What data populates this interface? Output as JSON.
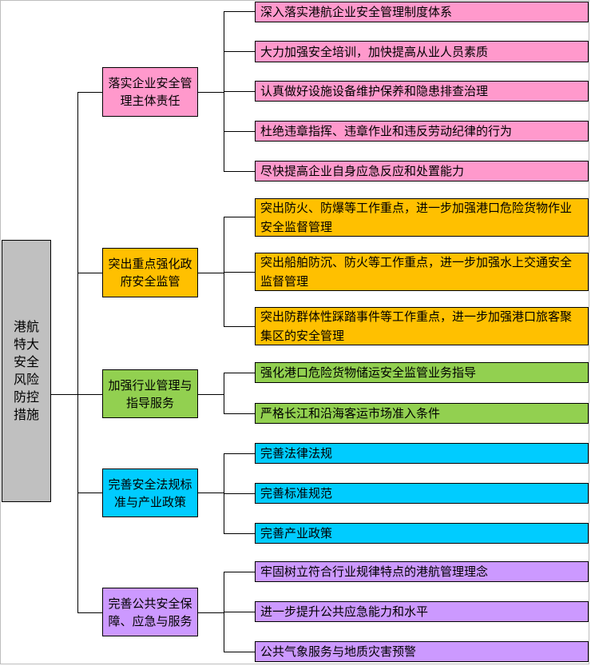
{
  "root": {
    "label": "港航特大安全风险防控措施"
  },
  "colors": {
    "root": "#c0c0c0",
    "group1": "#ff99cc",
    "group2": "#ffc000",
    "group3": "#92d050",
    "group4": "#00ccff",
    "group5": "#cc99ff"
  },
  "groups": [
    {
      "label": "落实企业安全管理主体责任",
      "items": [
        "深入落实港航企业安全管理制度体系",
        "大力加强安全培训，加快提高从业人员素质",
        "认真做好设施设备维护保养和隐患排查治理",
        "杜绝违章指挥、违章作业和违反劳动纪律的行为",
        "尽快提高企业自身应急反应和处置能力"
      ]
    },
    {
      "label": "突出重点强化政府安全监管",
      "items": [
        "突出防火、防爆等工作重点，进一步加强港口危险货物作业安全监督管理",
        "突出船舶防沉、防火等工作重点，进一步加强水上交通安全监督管理",
        "突出防群体性踩踏事件等工作重点，进一步加强港口旅客聚集区的安全管理"
      ]
    },
    {
      "label": "加强行业管理与指导服务",
      "items": [
        "强化港口危险货物储运安全监管业务指导",
        "严格长江和沿海客运市场准入条件"
      ]
    },
    {
      "label": "完善安全法规标准与产业政策",
      "items": [
        "完善法律法规",
        "完善标准规范",
        "完善产业政策"
      ]
    },
    {
      "label": "完善公共安全保障、应急与服务",
      "items": [
        "牢固树立符合行业规律特点的港航管理理念",
        "进一步提升公共应急能力和水平",
        "公共气象服务与地质灾害预警"
      ]
    }
  ]
}
